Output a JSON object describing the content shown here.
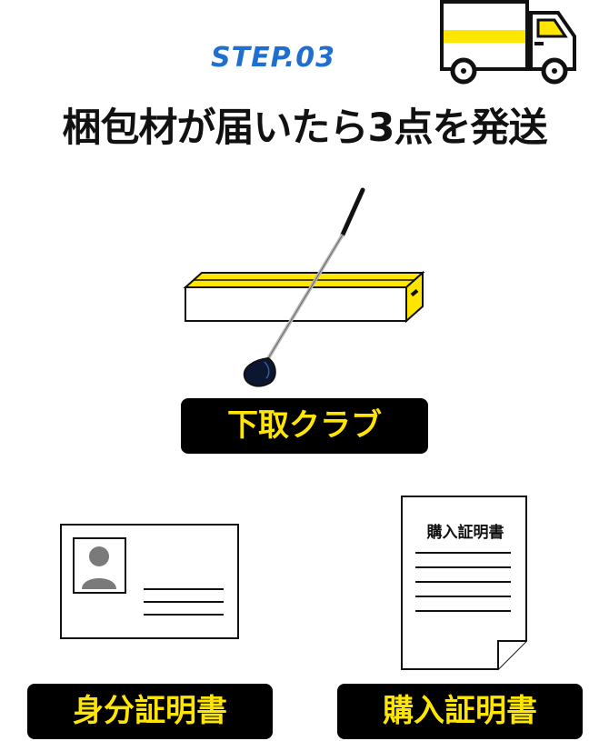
{
  "header": {
    "step_label": "STEP.03",
    "title": "梱包材が届いたら3点を発送"
  },
  "items": {
    "club_label": "下取クラブ",
    "id_label": "身分証明書",
    "receipt_label": "購入証明書",
    "receipt_doc_title": "購入証明書"
  },
  "icons": {
    "truck": "delivery-truck-icon",
    "box": "long-box-icon",
    "club": "golf-club-icon",
    "id_card": "id-card-icon",
    "document": "document-icon"
  },
  "colors": {
    "step_blue": "#1f6fd1",
    "accent_yellow": "#ffe600",
    "label_bg": "#000000"
  }
}
